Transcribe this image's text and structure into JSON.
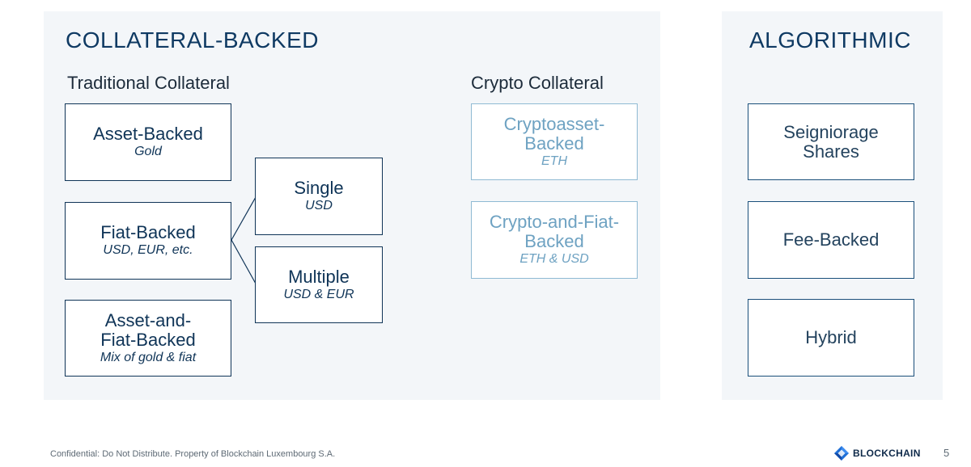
{
  "collateral_backed": {
    "title": "COLLATERAL-BACKED",
    "traditional": {
      "heading": "Traditional Collateral",
      "boxes": [
        {
          "label": "Asset-Backed",
          "sub": "Gold"
        },
        {
          "label": "Fiat-Backed",
          "sub": "USD, EUR, etc."
        },
        {
          "label_line1": "Asset-and-",
          "label_line2": "Fiat-Backed",
          "sub": "Mix of gold & fiat"
        }
      ],
      "fiat_children": [
        {
          "label": "Single",
          "sub": "USD"
        },
        {
          "label": "Multiple",
          "sub": "USD & EUR"
        }
      ]
    },
    "crypto": {
      "heading": "Crypto Collateral",
      "boxes": [
        {
          "label_line1": "Cryptoasset-",
          "label_line2": "Backed",
          "sub": "ETH"
        },
        {
          "label_line1": "Crypto-and-Fiat-",
          "label_line2": "Backed",
          "sub": "ETH & USD"
        }
      ]
    }
  },
  "algorithmic": {
    "title": "ALGORITHMIC",
    "boxes": [
      {
        "label_line1": "Seigniorage",
        "label_line2": "Shares"
      },
      {
        "label": "Fee-Backed"
      },
      {
        "label": "Hybrid"
      }
    ]
  },
  "footer": {
    "confidential": "Confidential: Do Not Distribute. Property of Blockchain Luxembourg S.A.",
    "logo_text": "BLOCKCHAIN",
    "page_number": "5"
  },
  "colors": {
    "navy": "#0f3457",
    "light_blue": "#6ea2c2",
    "panel_bg": "#f3f6f9"
  }
}
